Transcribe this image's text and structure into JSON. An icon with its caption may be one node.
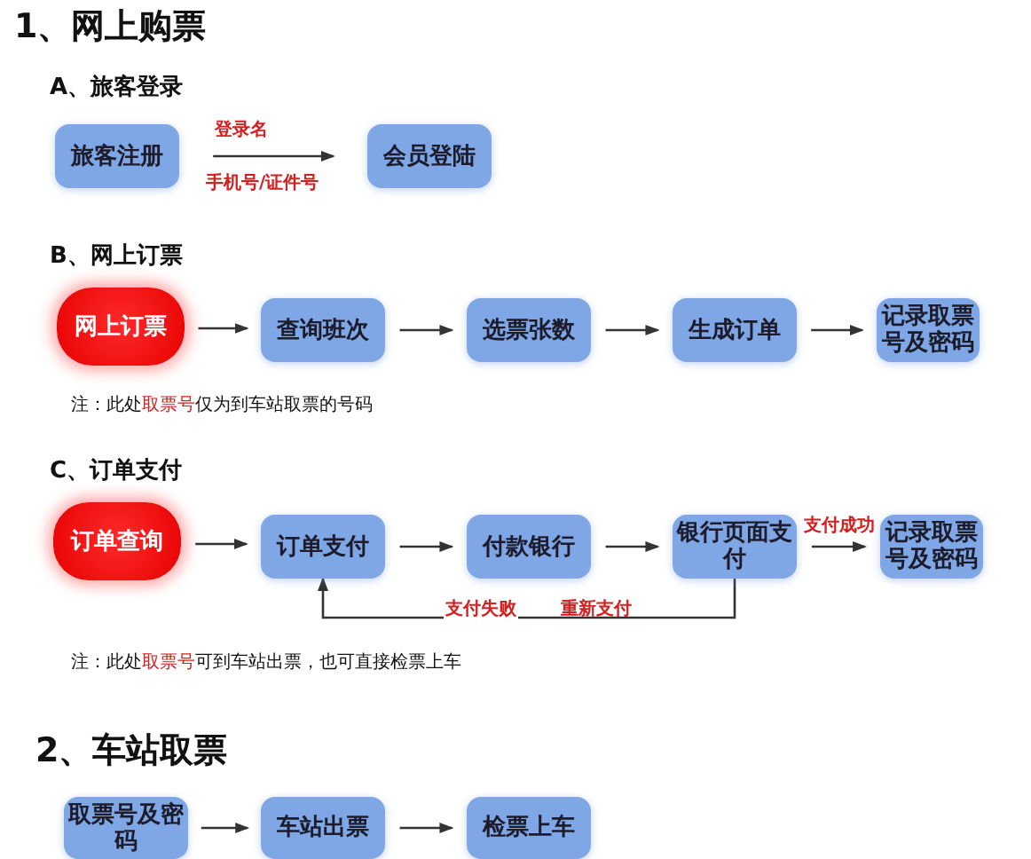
{
  "diagram": {
    "nodes": [
      {
        "text": [
          "旅客注册"
        ]
      },
      {
        "text": [
          "会员登陆"
        ]
      },
      {
        "text": [
          "网上订票"
        ]
      },
      {
        "text": [
          "查询班次"
        ]
      },
      {
        "text": [
          "选票张数"
        ]
      },
      {
        "text": [
          "生成订单"
        ]
      },
      {
        "text": [
          "记录取票号及密码"
        ]
      },
      {
        "text": [
          "订单查询"
        ]
      },
      {
        "text": [
          "订单支付"
        ]
      },
      {
        "text": [
          "付款银行"
        ]
      },
      {
        "text": [
          "银行页面支付"
        ]
      },
      {
        "text": [
          "记录取票号及密码"
        ]
      },
      {
        "text": [
          "取票号及密码"
        ]
      },
      {
        "text": [
          "车站出票"
        ]
      },
      {
        "text": [
          "检票上车"
        ]
      }
    ],
    "edges": [
      {
        "from": 0,
        "to": 1,
        "arrow": "to",
        "label": "登录名"
      },
      {
        "from": 2,
        "to": 3,
        "arrow": "to"
      },
      {
        "from": 3,
        "to": 4,
        "arrow": "to"
      },
      {
        "from": 4,
        "to": 5,
        "arrow": "to"
      },
      {
        "from": 5,
        "to": 6,
        "arrow": "to"
      },
      {
        "from": 7,
        "to": 8,
        "arrow": "to"
      },
      {
        "from": 8,
        "to": 9,
        "arrow": "to"
      },
      {
        "from": 9,
        "to": 10,
        "arrow": "to"
      },
      {
        "from": 10,
        "to": 11,
        "arrow": "to",
        "label": "支付成功"
      },
      {
        "from": 10,
        "to": 8,
        "arrow": "to",
        "label": "支付失败"
      },
      {
        "from": 12,
        "to": 13,
        "arrow": "to"
      },
      {
        "from": 13,
        "to": 14,
        "arrow": "to"
      }
    ],
    "labels": [
      "1、网上购票",
      "A、旅客登录",
      "手机号/证件号",
      "B、网上订票",
      "注：此处**取票号**仅为到车站取票的号码",
      "C、订单支付",
      "重新支付",
      "注：此处**取票号**可到车站出票，也可直接检票上车",
      "2、车站取票"
    ]
  }
}
